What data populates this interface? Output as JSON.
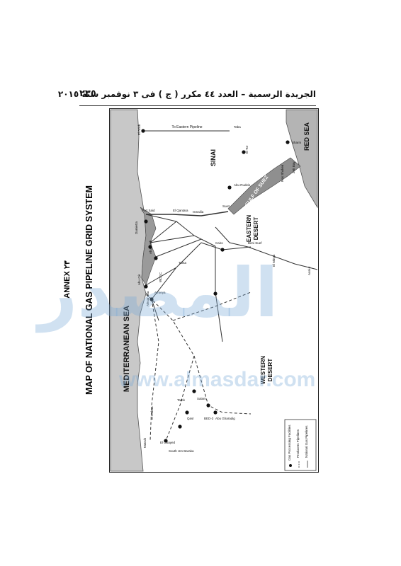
{
  "header": {
    "text": "الجريدة الرسمية – العدد ٤٤ مكرر ( ج ) فى ٣ نوفمبر سنة ٢٠١٥",
    "page_number": "٢٣٥"
  },
  "annex_label": "ANNEX ٢٣",
  "map_title": "MAP OF NATIONAL GAS PIPELINE GRID SYSTEM",
  "map": {
    "seas": {
      "mediterranean": "MEDITERRANEAN SEA",
      "red_sea": "RED SEA",
      "gulf_of_suez": "GULF OF SUEZ"
    },
    "regions": {
      "sinai": "SINAI",
      "eastern_desert_1": "EASTERN",
      "eastern_desert_2": "DESERT",
      "western_desert_1": "WESTERN",
      "western_desert_2": "DESERT"
    },
    "labels": {
      "eastern_pipeline": "To Eastern Pipeline",
      "el_arish": "El Arish",
      "port_said": "Port Said",
      "damietta": "Damietta",
      "el_qantara": "El Qantara",
      "ismailia": "Ismailia",
      "suez": "Suez",
      "ras_shukeir": "Ras Shukeir",
      "zeit_bay": "Zeit Bay",
      "el_minya": "El Minya",
      "assiut": "Assiut",
      "beni_suef": "Beni Suef",
      "cairo": "Cairo",
      "tanta": "Tanta",
      "abu_madi": "Abu Madi",
      "abu_qir": "Abu Qir",
      "alexandria": "Alexandria",
      "amreya": "Amreya",
      "wdgc": "WDGC",
      "el_dabaa": "El Dabaa",
      "matruh": "Matruh",
      "el_obayed": "El Obayed",
      "salam": "Salam",
      "tarek": "Tarek",
      "qasr": "Qasr",
      "badr": "BED-3",
      "abu_gharadig": "Abu Gharadig",
      "siwa": "South Um Baraka",
      "el_tor": "El Tor",
      "sharm": "Sharm",
      "abu_rudeis": "Abu Rudeis",
      "taba": "Taba"
    },
    "legend": {
      "item_1": "Gas Processing Facilities",
      "item_2": "Producers Pipelines",
      "item_3": "National Gas Pipelines"
    }
  },
  "watermark": {
    "arabic": "المصدر",
    "url": "www.almasdar.com"
  }
}
